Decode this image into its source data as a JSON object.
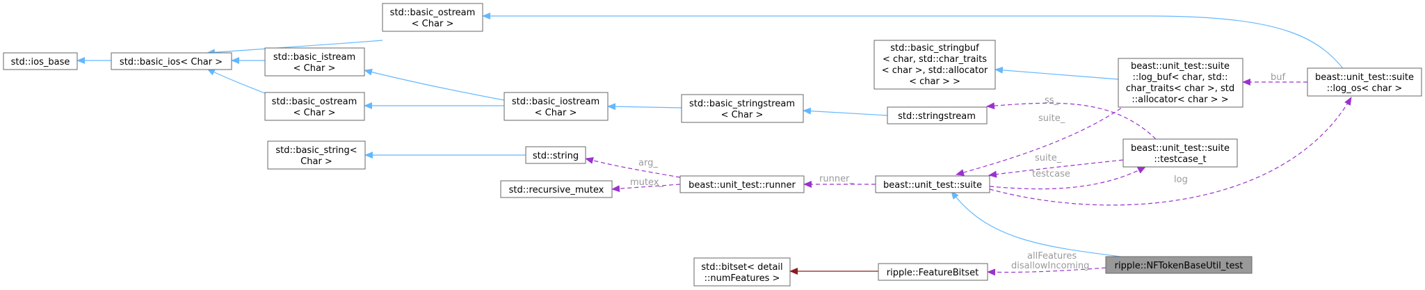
{
  "colors": {
    "inheritance": "#63b8ff",
    "usage": "#9a32cd",
    "template": "#8b1a1a",
    "node_border": "#666666",
    "highlight_fill": "#999999",
    "edge_label": "#9a9a9a"
  },
  "nodes": {
    "ios_base": {
      "lines": [
        "std::ios_base"
      ]
    },
    "basic_ios": {
      "lines": [
        "std::basic_ios< Char >"
      ]
    },
    "basic_ostream_top": {
      "lines": [
        "std::basic_ostream",
        "< Char >"
      ]
    },
    "basic_istream": {
      "lines": [
        "std::basic_istream",
        "< Char >"
      ]
    },
    "basic_ostream": {
      "lines": [
        "std::basic_ostream",
        "< Char >"
      ]
    },
    "basic_iostream": {
      "lines": [
        "std::basic_iostream",
        "< Char >"
      ]
    },
    "basic_stringstream": {
      "lines": [
        "std::basic_stringstream",
        "< Char >"
      ]
    },
    "stringstream": {
      "lines": [
        "std::stringstream"
      ]
    },
    "basic_stringbuf": {
      "lines": [
        "std::basic_stringbuf",
        "< char, std::char_traits",
        "< char >, std::allocator",
        "< char > >"
      ]
    },
    "log_buf": {
      "lines": [
        "beast::unit_test::suite",
        "::log_buf< char, std::",
        "char_traits< char >, std",
        "::allocator< char > >"
      ]
    },
    "log_os": {
      "lines": [
        "beast::unit_test::suite",
        "::log_os< char >"
      ]
    },
    "testcase_t": {
      "lines": [
        "beast::unit_test::suite",
        "::testcase_t"
      ]
    },
    "basic_string": {
      "lines": [
        "std::basic_string<",
        "Char >"
      ]
    },
    "string": {
      "lines": [
        "std::string"
      ]
    },
    "recursive_mutex": {
      "lines": [
        "std::recursive_mutex"
      ]
    },
    "runner": {
      "lines": [
        "beast::unit_test::runner"
      ]
    },
    "suite": {
      "lines": [
        "beast::unit_test::suite"
      ]
    },
    "bitset": {
      "lines": [
        "std::bitset< detail",
        "::numFeatures >"
      ]
    },
    "feature_bitset": {
      "lines": [
        "ripple::FeatureBitset"
      ]
    },
    "nftoken_test": {
      "lines": [
        "ripple::NFTokenBaseUtil_test"
      ]
    }
  },
  "edge_labels": {
    "buf": "buf",
    "ss": "ss_",
    "suite_a": "suite_",
    "suite_b": "suite_",
    "testcase": "testcase",
    "log": "log",
    "runner": "runner_",
    "arg": "arg_",
    "mutex": "mutex_",
    "all_features": "allFeatures",
    "disallow_incoming": "disallowIncoming"
  }
}
